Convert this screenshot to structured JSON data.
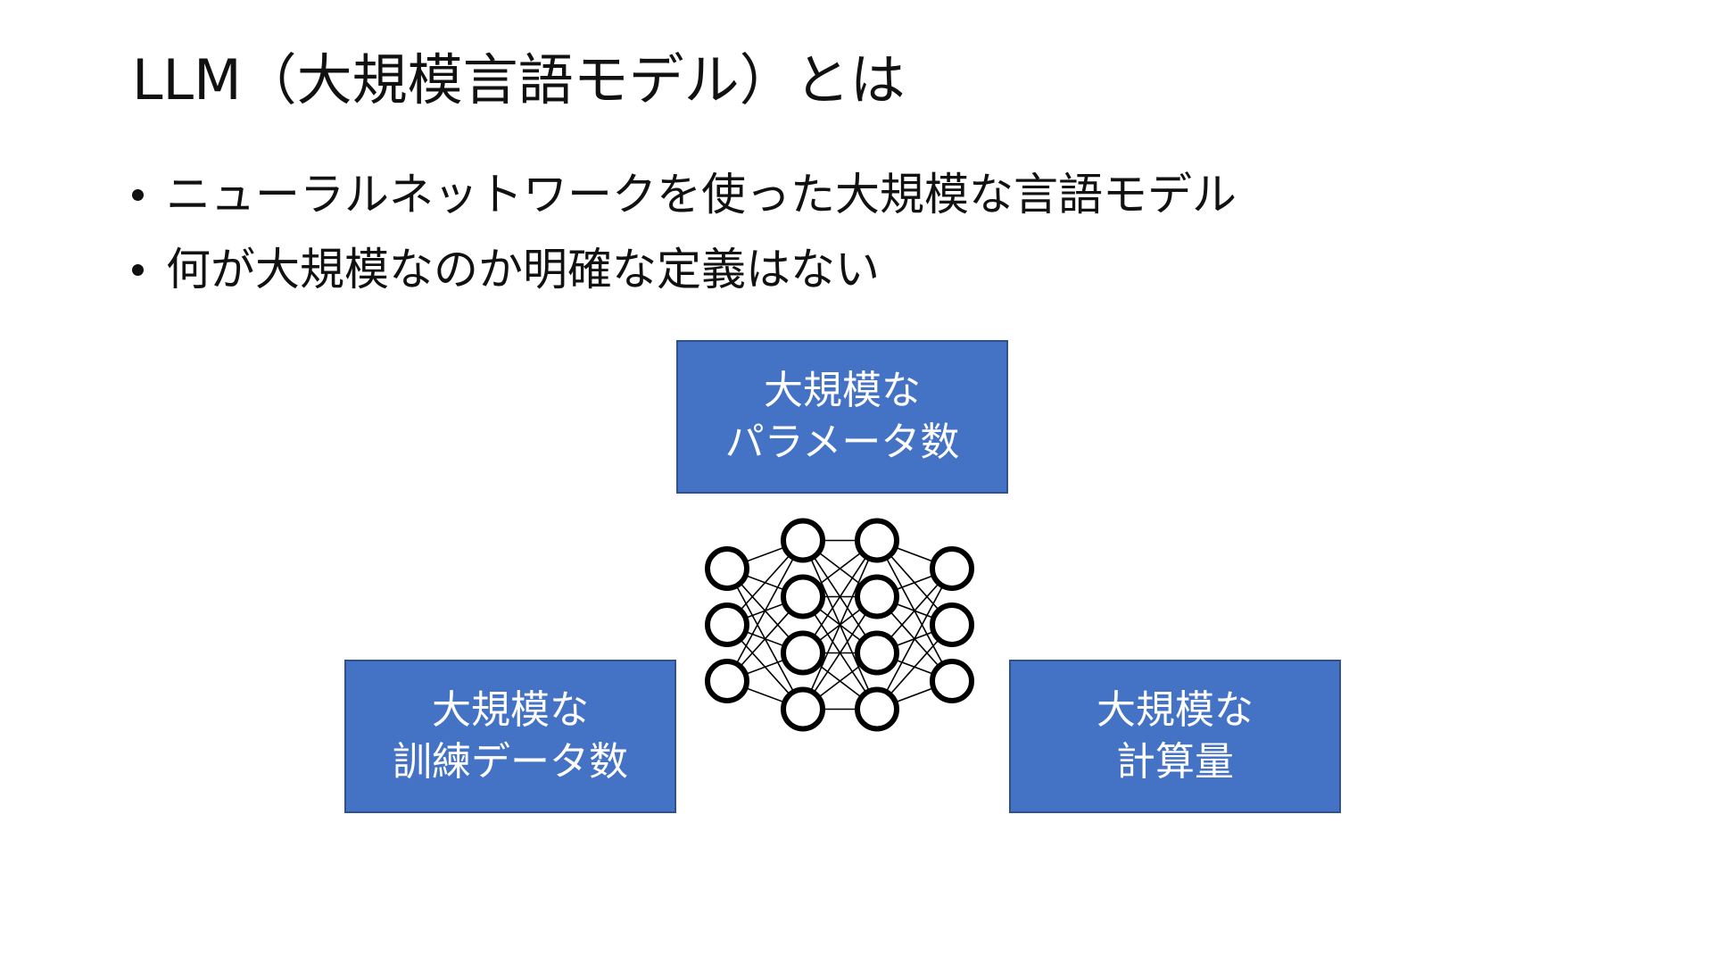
{
  "slide": {
    "title": "LLM（大規模言語モデル）とは",
    "bullets": [
      "ニューラルネットワークを使った大規模な言語モデル",
      "何が大規模なのか明確な定義はない"
    ]
  },
  "diagram": {
    "boxes": {
      "parameters": {
        "line1": "大規模な",
        "line2": "パラメータ数"
      },
      "training_data": {
        "line1": "大規模な",
        "line2": "訓練データ数"
      },
      "compute": {
        "line1": "大規模な",
        "line2": "計算量"
      }
    },
    "network_layers": [
      3,
      4,
      4,
      3
    ],
    "colors": {
      "box_fill": "#4472c4",
      "box_border": "#2f528f",
      "box_text": "#ffffff",
      "network_stroke": "#000000"
    }
  }
}
